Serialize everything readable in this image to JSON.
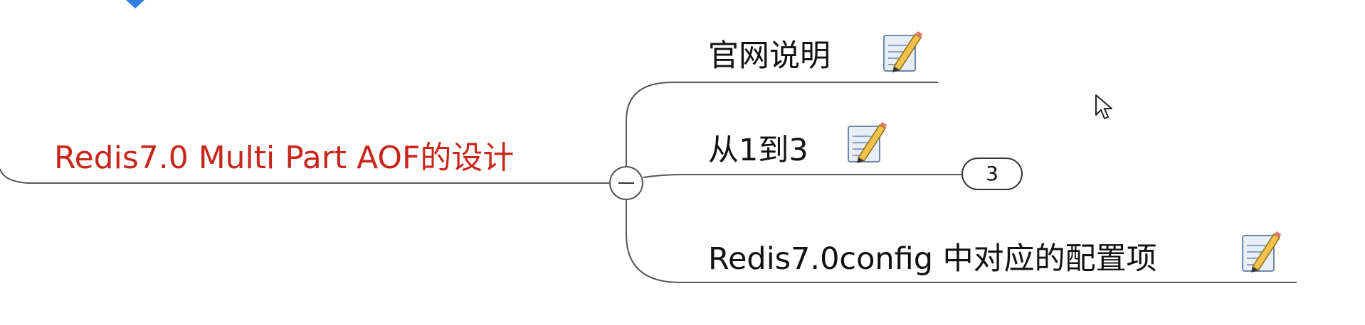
{
  "central_topic": {
    "label": "Redis7.0 Multi Part AOF的设计"
  },
  "subtopics": [
    {
      "label": "官网说明",
      "icon": "note-pencil-icon"
    },
    {
      "label": "从1到3",
      "icon": "note-pencil-icon",
      "collapsed_children_count": "3"
    },
    {
      "label": "Redis7.0config 中对应的配置项",
      "icon": "note-pencil-icon"
    }
  ],
  "colors": {
    "central_topic": "#c8251a",
    "subtopic_text": "#111111",
    "connector": "#555555",
    "top_icon": "#2f7fe0"
  },
  "icons": {
    "collapse_toggle": "minus-circle-icon",
    "top_partial_icon": "blue-shape-icon",
    "cursor": "mouse-pointer-icon"
  }
}
